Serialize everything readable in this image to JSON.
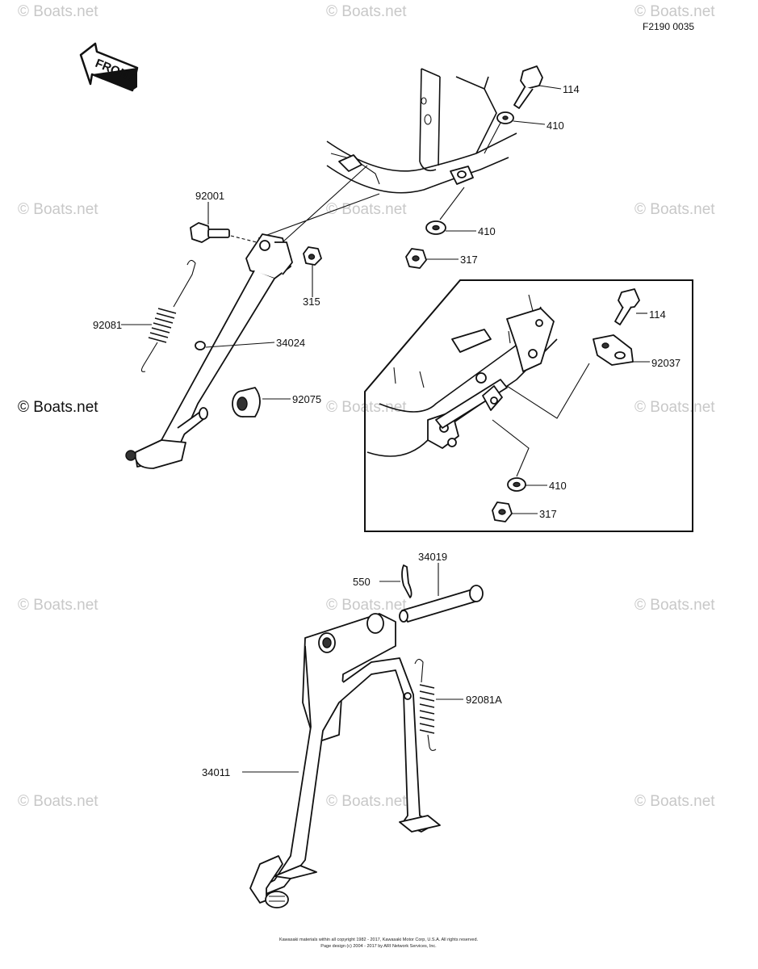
{
  "diagram_code": "F2190 0035",
  "watermark": "© Boats.net",
  "front_arrow_label": "FRONT",
  "callouts": {
    "p114a": "114",
    "p410a": "410",
    "p410b": "410",
    "p317a": "317",
    "p92001": "92001",
    "p315": "315",
    "p92081": "92081",
    "p34024": "34024",
    "p92075": "92075",
    "p114b": "114",
    "p92037": "92037",
    "p410c": "410",
    "p317b": "317",
    "p34019": "34019",
    "p550": "550",
    "p92081a": "92081A",
    "p34011": "34011"
  },
  "footer": {
    "line1": "Kawasaki materials within all copyright 1982 - 2017, Kawasaki Motor Corp, U.S.A. All rights reserved.",
    "line2": "Page design (c) 2004 - 2017 by ARI Network Services, Inc."
  }
}
